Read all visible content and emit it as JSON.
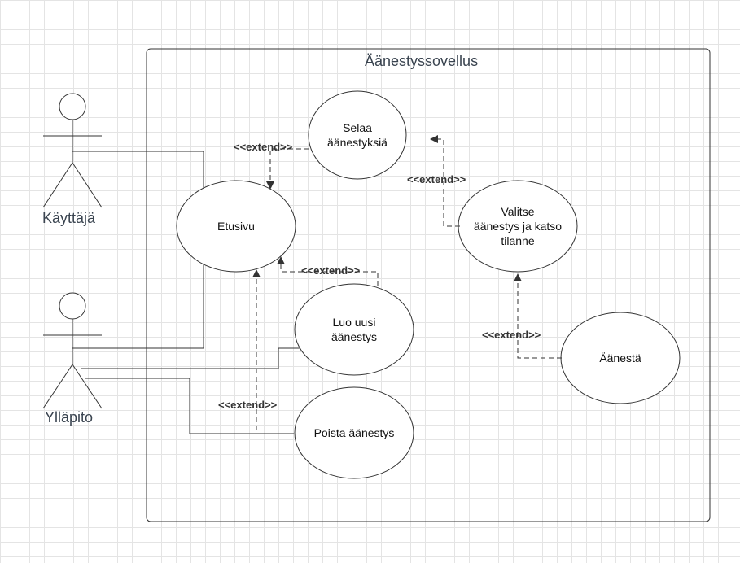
{
  "system": {
    "name": "Äänestyssovellus"
  },
  "actors": [
    {
      "id": "kayttaja",
      "label": "Käyttäjä"
    },
    {
      "id": "yllapito",
      "label": "Ylläpito"
    }
  ],
  "use_cases": [
    {
      "id": "selaa",
      "lines": [
        "Selaa",
        "äänestyksiä"
      ]
    },
    {
      "id": "etusivu",
      "lines": [
        "Etusivu"
      ]
    },
    {
      "id": "valitse",
      "lines": [
        "Valitse",
        "äänestys ja katso",
        "tilanne"
      ]
    },
    {
      "id": "luo",
      "lines": [
        "Luo uusi",
        "äänestys"
      ]
    },
    {
      "id": "aanesta",
      "lines": [
        "Äänestä"
      ]
    },
    {
      "id": "poista",
      "lines": [
        "Poista äänestys"
      ]
    }
  ],
  "relations": [
    {
      "from": "selaa",
      "to": "etusivu",
      "label": "<<extend>>"
    },
    {
      "from": "valitse",
      "to": "selaa",
      "label": "<<extend>>"
    },
    {
      "from": "luo",
      "to": "etusivu",
      "label": "<<extend>>"
    },
    {
      "from": "aanesta",
      "to": "valitse",
      "label": "<<extend>>"
    },
    {
      "from": "poista",
      "to": "etusivu",
      "label": "<<extend>>"
    }
  ],
  "associations": [
    {
      "actor": "kayttaja",
      "use_case": "etusivu"
    },
    {
      "actor": "yllapito",
      "use_case": "etusivu"
    },
    {
      "actor": "yllapito",
      "use_case": "luo"
    },
    {
      "actor": "yllapito",
      "use_case": "poista"
    }
  ]
}
